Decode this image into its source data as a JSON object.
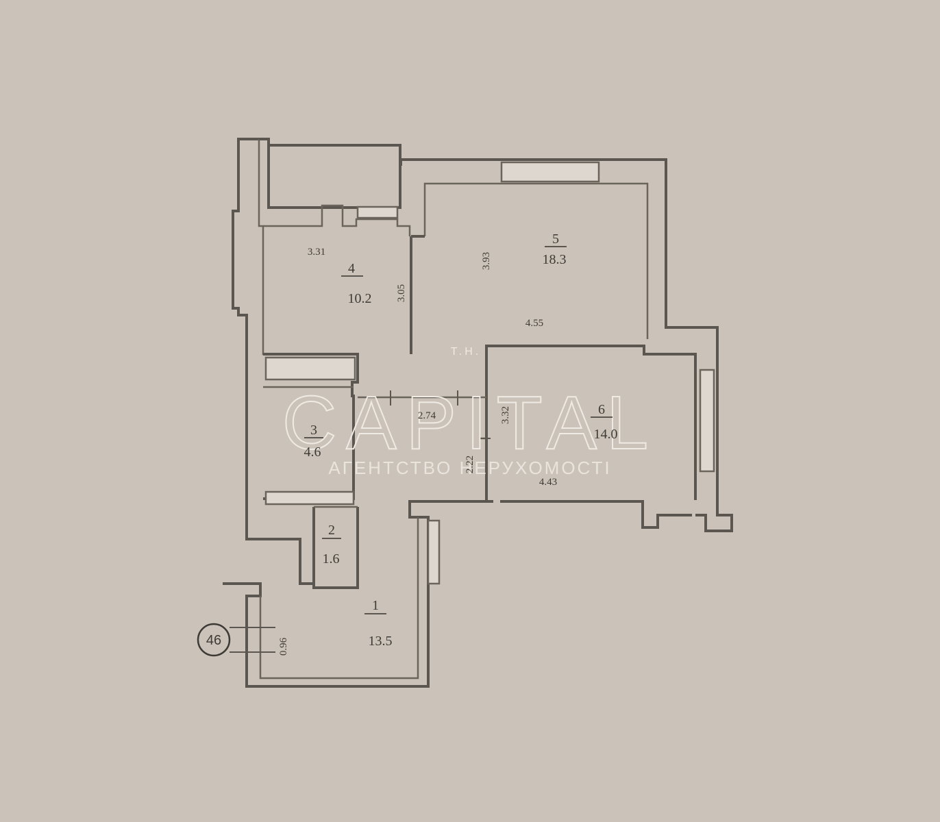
{
  "rooms": [
    {
      "id": "1",
      "number": "1",
      "area": "13.5"
    },
    {
      "id": "2",
      "number": "2",
      "area": "1.6"
    },
    {
      "id": "3",
      "number": "3",
      "area": "4.6"
    },
    {
      "id": "4",
      "number": "4",
      "area": "10.2"
    },
    {
      "id": "5",
      "number": "5",
      "area": "18.3"
    },
    {
      "id": "6",
      "number": "6",
      "area": "14.0"
    }
  ],
  "dimensions": {
    "room4_width": "3.31",
    "room4_height": "3.05",
    "room5_height": "3.93",
    "room5_width": "4.55",
    "corridor_width": "2.74",
    "room6_height": "3.32",
    "corridor_height": "2.22",
    "room6_width": "4.43",
    "room1_width": "0.96"
  },
  "apartment_number": "46",
  "watermark": {
    "prefix": "T.H.",
    "brand": "CAPITAL",
    "tagline": "АГЕНТСТВО НЕРУХОМОСТІ"
  }
}
